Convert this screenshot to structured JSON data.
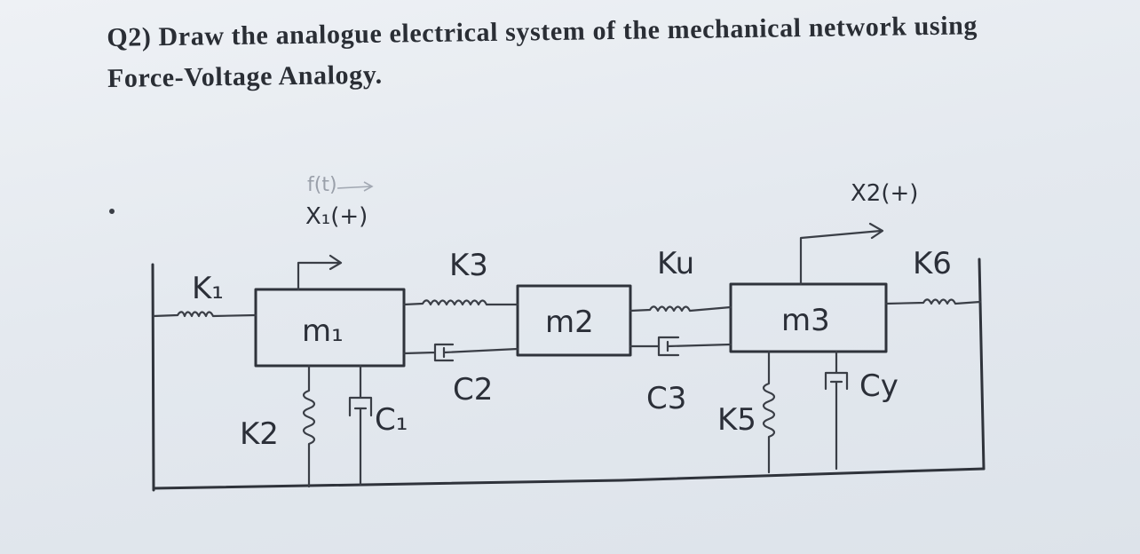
{
  "question": {
    "line1": "Q2) Draw the analogue electrical system of the mechanical network using",
    "line2": "Force-Voltage Analogy."
  },
  "diagram": {
    "masses": {
      "m1": "m₁",
      "m2": "m2",
      "m3": "m3"
    },
    "springs": {
      "k1": "K₁",
      "k2": "K2",
      "k3": "K3",
      "k4": "Ku",
      "k5": "K5",
      "k6": "K6"
    },
    "dampers": {
      "c1": "C₁",
      "c2": "C2",
      "c3": "C3",
      "c4": "Cy"
    },
    "displacements": {
      "x1": "X₁(+)",
      "x2": "X2(+)"
    },
    "force_faint": "f(t)"
  }
}
